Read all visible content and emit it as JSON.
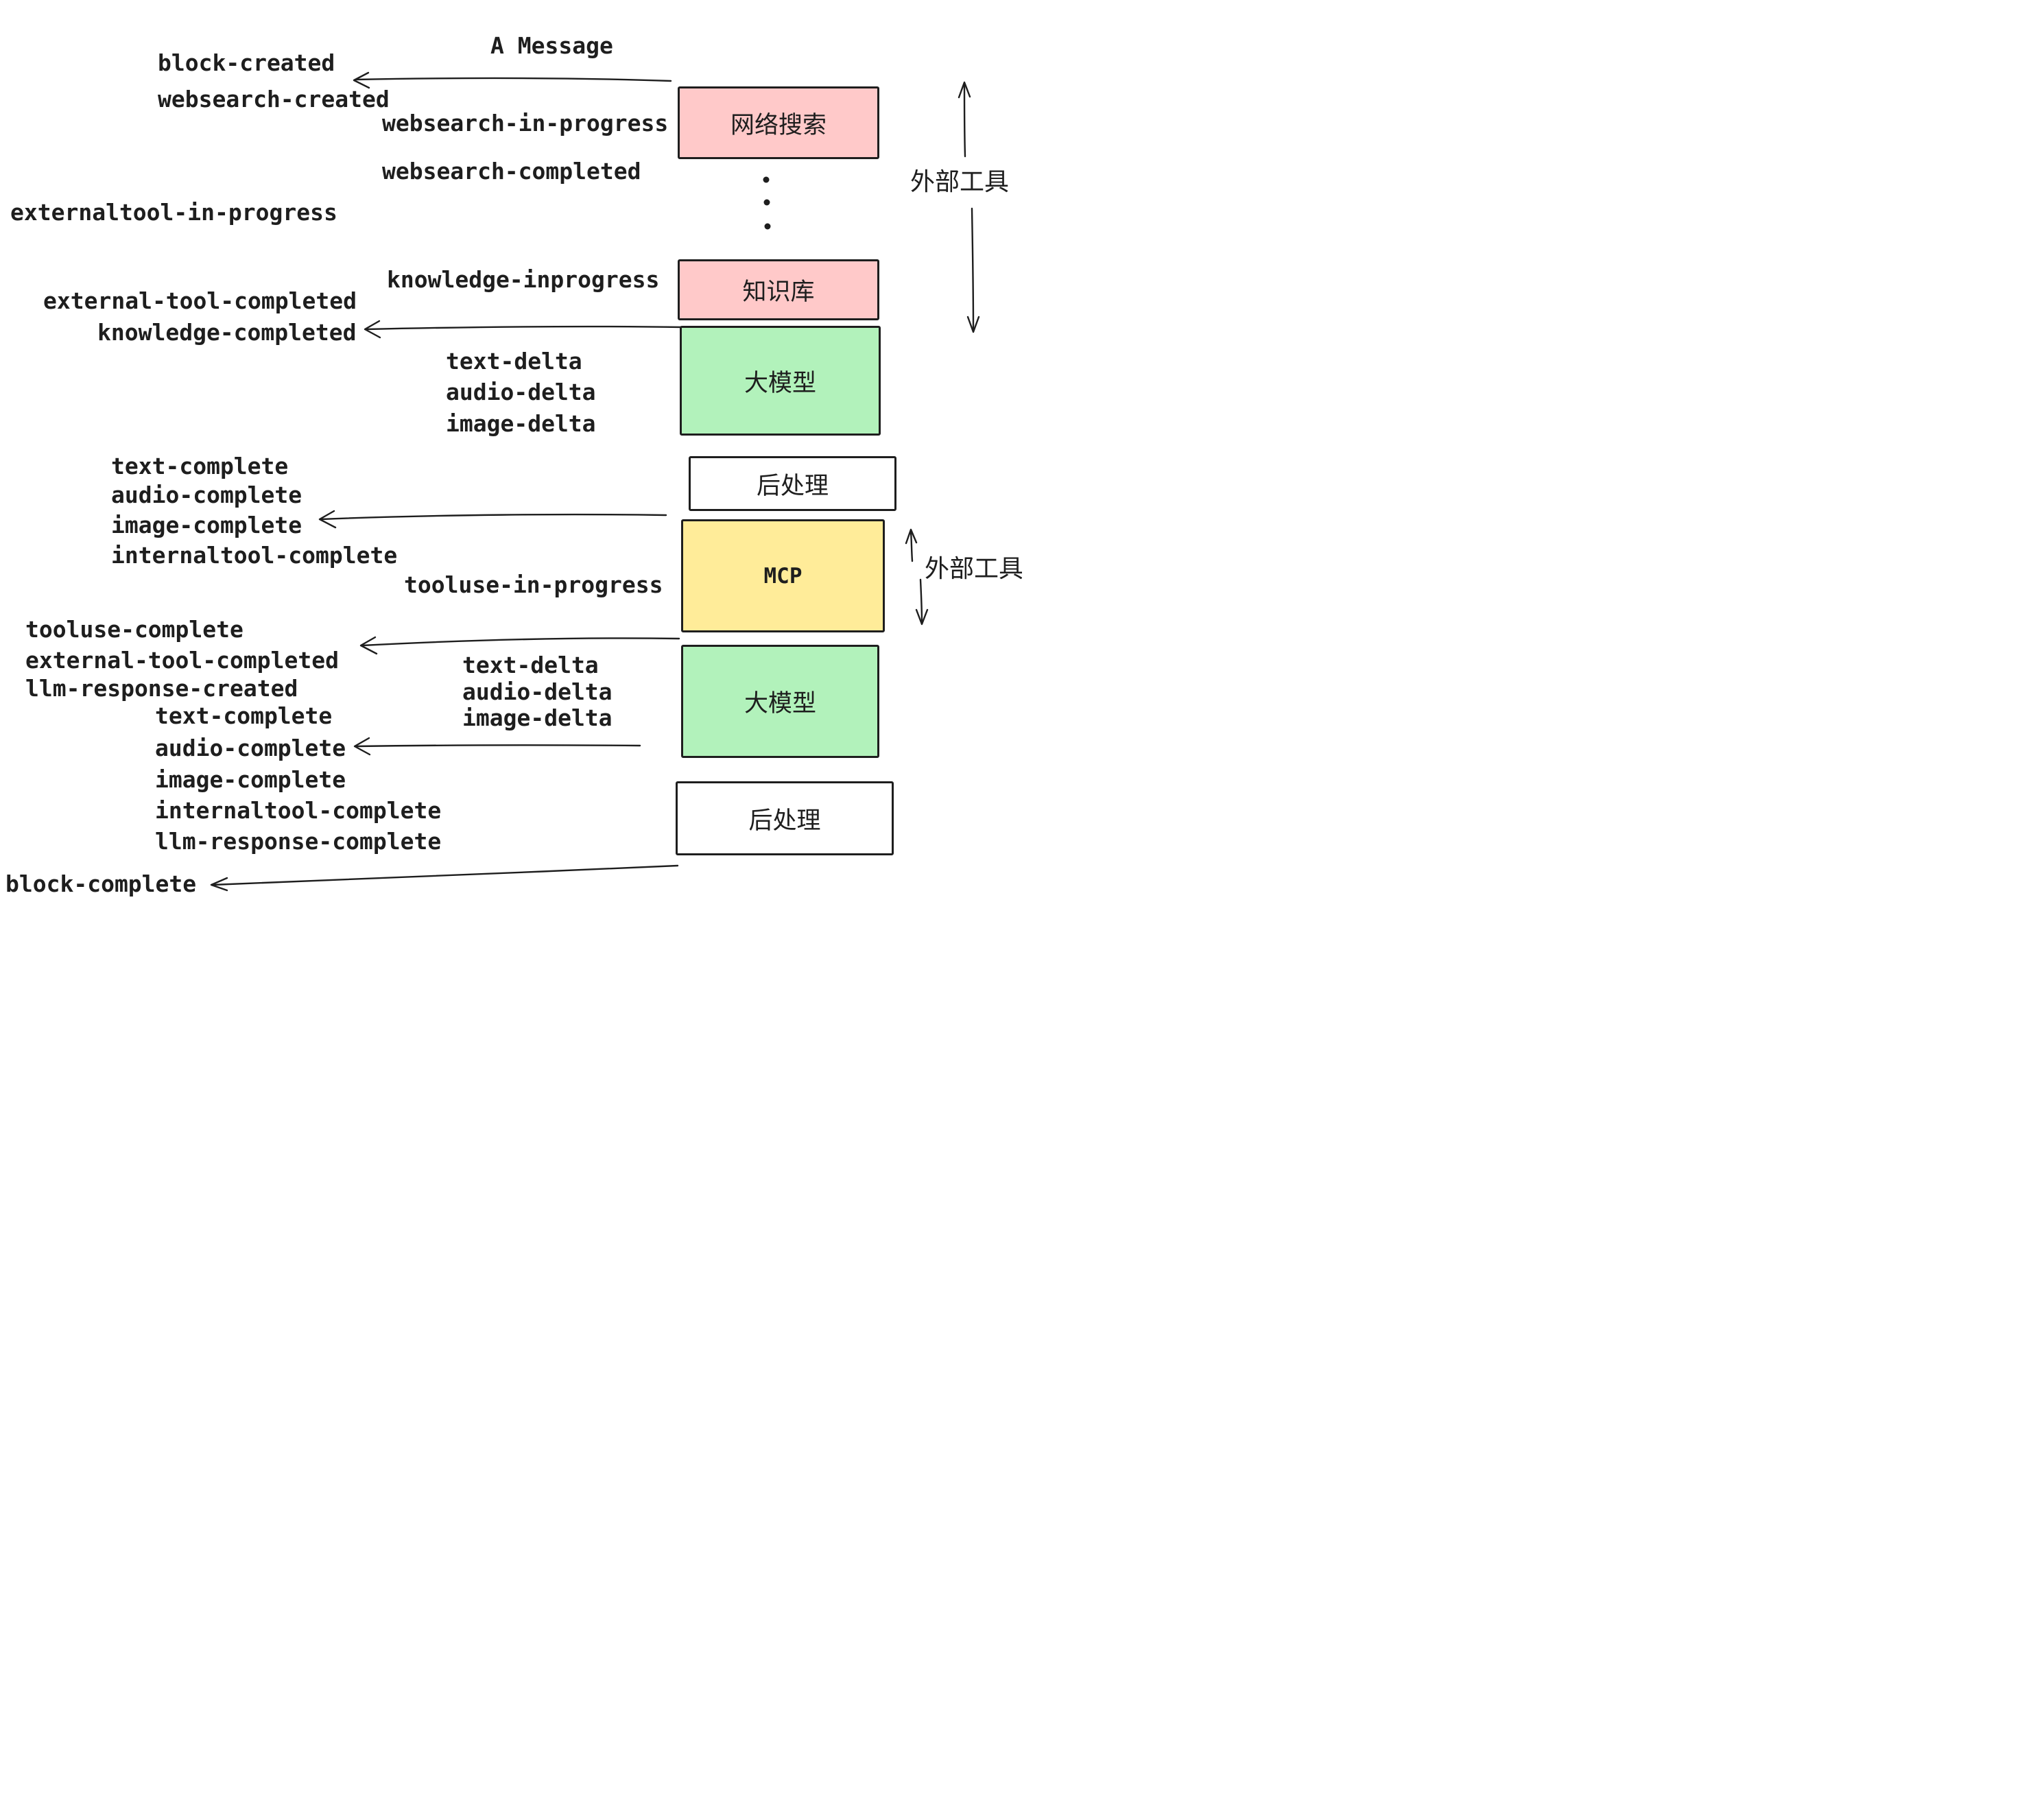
{
  "title": "A Message",
  "colors": {
    "ink": "#1e1e1e",
    "pink": "#ffc9c9",
    "green": "#b2f2bb",
    "yellow": "#ffec99",
    "white": "#ffffff",
    "background": "#ffffff"
  },
  "boxes": {
    "websearch": {
      "label": "网络搜索"
    },
    "knowledge": {
      "label": "知识库"
    },
    "llm1": {
      "label": "大模型"
    },
    "post1": {
      "label": "后处理"
    },
    "mcp": {
      "label": "MCP"
    },
    "llm2": {
      "label": "大模型"
    },
    "post2": {
      "label": "后处理"
    }
  },
  "side_annotations": {
    "external_tools_top": "外部工具",
    "external_tools_bottom": "外部工具"
  },
  "events": {
    "block_created": "block-created",
    "websearch_created": "websearch-created",
    "websearch_in_progress": "websearch-in-progress",
    "websearch_completed": "websearch-completed",
    "externaltool_in_progress": "externaltool-in-progress",
    "knowledge_inprogress": "knowledge-inprogress",
    "external_tool_completed_1": "external-tool-completed",
    "knowledge_completed": "knowledge-completed",
    "text_delta_1": "text-delta",
    "audio_delta_1": "audio-delta",
    "image_delta_1": "image-delta",
    "text_complete_1": "text-complete",
    "audio_complete_1": "audio-complete",
    "image_complete_1": "image-complete",
    "internaltool_complete_1": "internaltool-complete",
    "tooluse_in_progress": "tooluse-in-progress",
    "tooluse_complete": "tooluse-complete",
    "external_tool_completed_2": "external-tool-completed",
    "llm_response_created": "llm-response-created",
    "text_delta_2": "text-delta",
    "audio_delta_2": "audio-delta",
    "image_delta_2": "image-delta",
    "text_complete_2": "text-complete",
    "audio_complete_2": "audio-complete",
    "image_complete_2": "image-complete",
    "internaltool_complete_2": "internaltool-complete",
    "llm_response_complete": "llm-response-complete",
    "block_complete": "block-complete"
  }
}
